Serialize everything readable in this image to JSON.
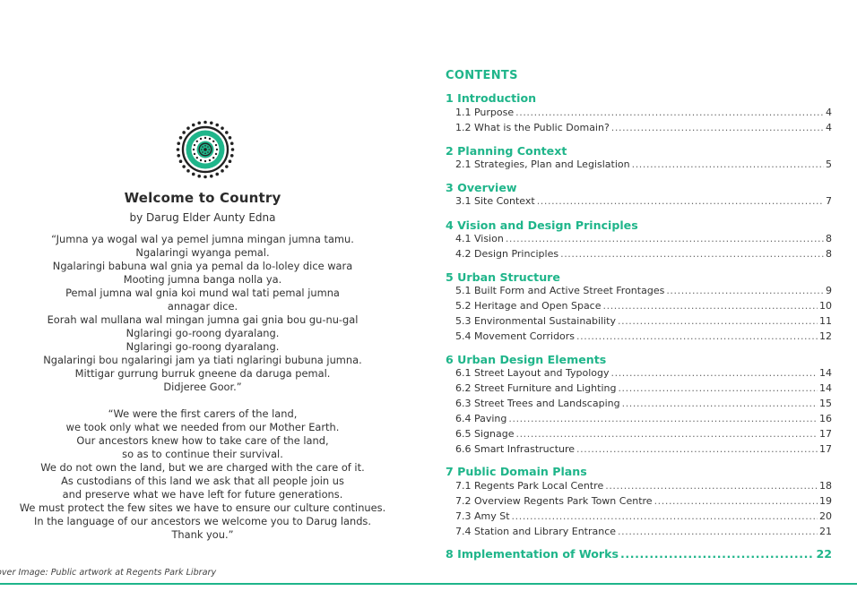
{
  "welcome": {
    "title": "Welcome to Country",
    "byline": "by Darug Elder Aunty Edna",
    "poem_darug": [
      "“Jumna ya wogal wal ya pemel jumna mingan jumna tamu.",
      "Ngalaringi wyanga pemal.",
      "Ngalaringi babuna wal gnia ya pemal da lo-loley dice wara",
      "Mooting jumna banga nolla ya.",
      "Pemal jumna wal gnia koi mund wal tati pemal jumna",
      "annagar dice.",
      "Eorah wal mullana wal mingan jumna gai gnia bou gu-nu-gal",
      "Nglaringi go-roong dyaralang.",
      "Nglaringi go-roong dyaralang.",
      "Ngalaringi bou ngalaringi jam ya tiati nglaringi bubuna jumna.",
      "Mittigar gurrung burruk gneene da daruga pemal.",
      "Didjeree Goor.”"
    ],
    "poem_english": [
      "“We were the first carers of the land,",
      "we took only what we needed from our Mother Earth.",
      "Our ancestors knew how to take care of the land,",
      "so as to continue their survival.",
      "We do not own the land, but we are charged with the care of it.",
      "As custodians of this land we ask that all people join us",
      "and preserve what we have left for future generations.",
      "We must protect the few sites we have to ensure our culture continues.",
      "In the language of our ancestors we welcome you to Darug lands.",
      "Thank you.”"
    ],
    "caption": "over Image: Public artwork at Regents Park Library"
  },
  "contents": {
    "title": "CONTENTS",
    "sections": [
      {
        "title": "1 Introduction",
        "entries": [
          {
            "label": "1.1 Purpose",
            "page": "4"
          },
          {
            "label": "1.2 What is the Public Domain?",
            "page": "4"
          }
        ]
      },
      {
        "title": "2 Planning Context",
        "entries": [
          {
            "label": "2.1 Strategies, Plan and Legislation",
            "page": "5"
          }
        ]
      },
      {
        "title": "3 Overview",
        "entries": [
          {
            "label": "3.1 Site Context",
            "page": "7"
          }
        ]
      },
      {
        "title": "4 Vision and Design Principles",
        "entries": [
          {
            "label": "4.1 Vision",
            "page": "8"
          },
          {
            "label": "4.2 Design Principles",
            "page": "8"
          }
        ]
      },
      {
        "title": "5 Urban Structure",
        "entries": [
          {
            "label": "5.1 Built Form and Active Street Frontages",
            "page": "9"
          },
          {
            "label": "5.2 Heritage and Open Space",
            "page": "10"
          },
          {
            "label": "5.3 Environmental Sustainability",
            "page": "11"
          },
          {
            "label": "5.4 Movement Corridors",
            "page": "12"
          }
        ]
      },
      {
        "title": "6 Urban Design Elements",
        "entries": [
          {
            "label": "6.1 Street Layout and Typology",
            "page": "14"
          },
          {
            "label": "6.2 Street Furniture and Lighting",
            "page": "14"
          },
          {
            "label": "6.3 Street Trees and Landscaping",
            "page": "15"
          },
          {
            "label": "6.4 Paving",
            "page": "16"
          },
          {
            "label": "6.5 Signage",
            "page": "17"
          },
          {
            "label": "6.6 Smart Infrastructure",
            "page": "17"
          }
        ]
      },
      {
        "title": "7 Public Domain Plans",
        "entries": [
          {
            "label": "7.1 Regents Park Local Centre",
            "page": "18"
          },
          {
            "label": "7.2 Overview Regents Park Town Centre",
            "page": "19"
          },
          {
            "label": "7.3 Amy St",
            "page": "20"
          },
          {
            "label": "7.4 Station and Library Entrance",
            "page": "21"
          }
        ]
      }
    ],
    "final": {
      "label": "8 Implementation of Works",
      "page": "22"
    }
  },
  "colors": {
    "accent": "#1fb58a",
    "text": "#2b2b2b"
  }
}
